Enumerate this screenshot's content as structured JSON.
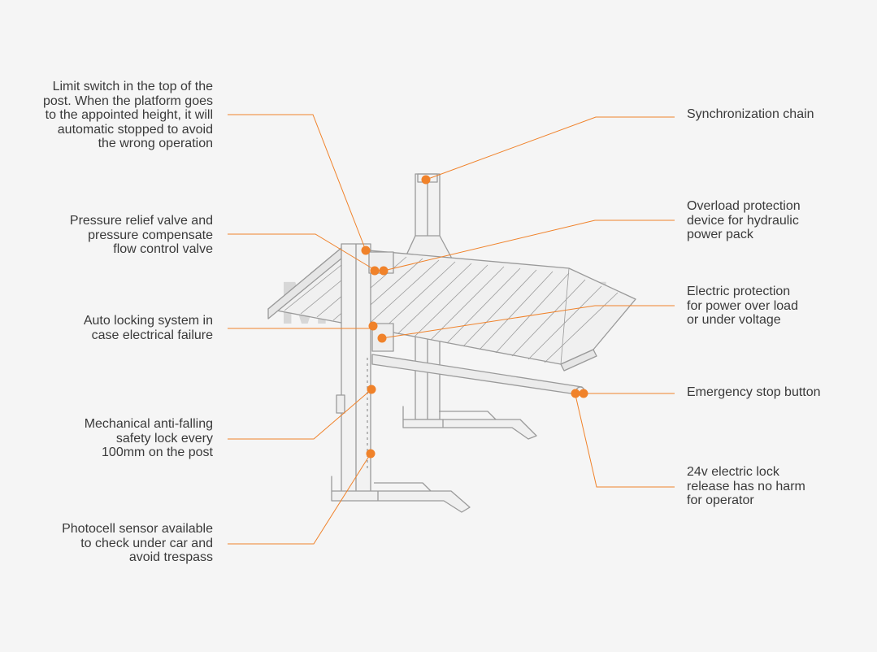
{
  "colors": {
    "accent": "#f0822a",
    "line": "#9a9a9a",
    "text": "#3a3a3a",
    "watermark": "#d6d6d6"
  },
  "watermark": {
    "text": "MUTRADE"
  },
  "callouts": {
    "limit_switch": "Limit switch in the top of the\npost. When the platform goes\nto the appointed height, it will\nautomatic stopped to avoid\nthe wrong operation",
    "pressure_relief": "Pressure relief valve and\npressure compensate\nflow control valve",
    "auto_locking": "Auto locking system in\ncase electrical failure",
    "anti_falling": "Mechanical anti-falling\nsafety lock every\n100mm on the post",
    "photocell": "Photocell sensor available\nto check under car and\navoid trespass",
    "sync_chain": "Synchronization chain",
    "overload": "Overload protection\ndevice for hydraulic\npower pack",
    "electric_protection": "Electric protection\nfor power over load\nor under voltage",
    "emergency_stop": "Emergency stop button",
    "electric_lock": "24v electric lock\nrelease has no harm\nfor operator"
  }
}
